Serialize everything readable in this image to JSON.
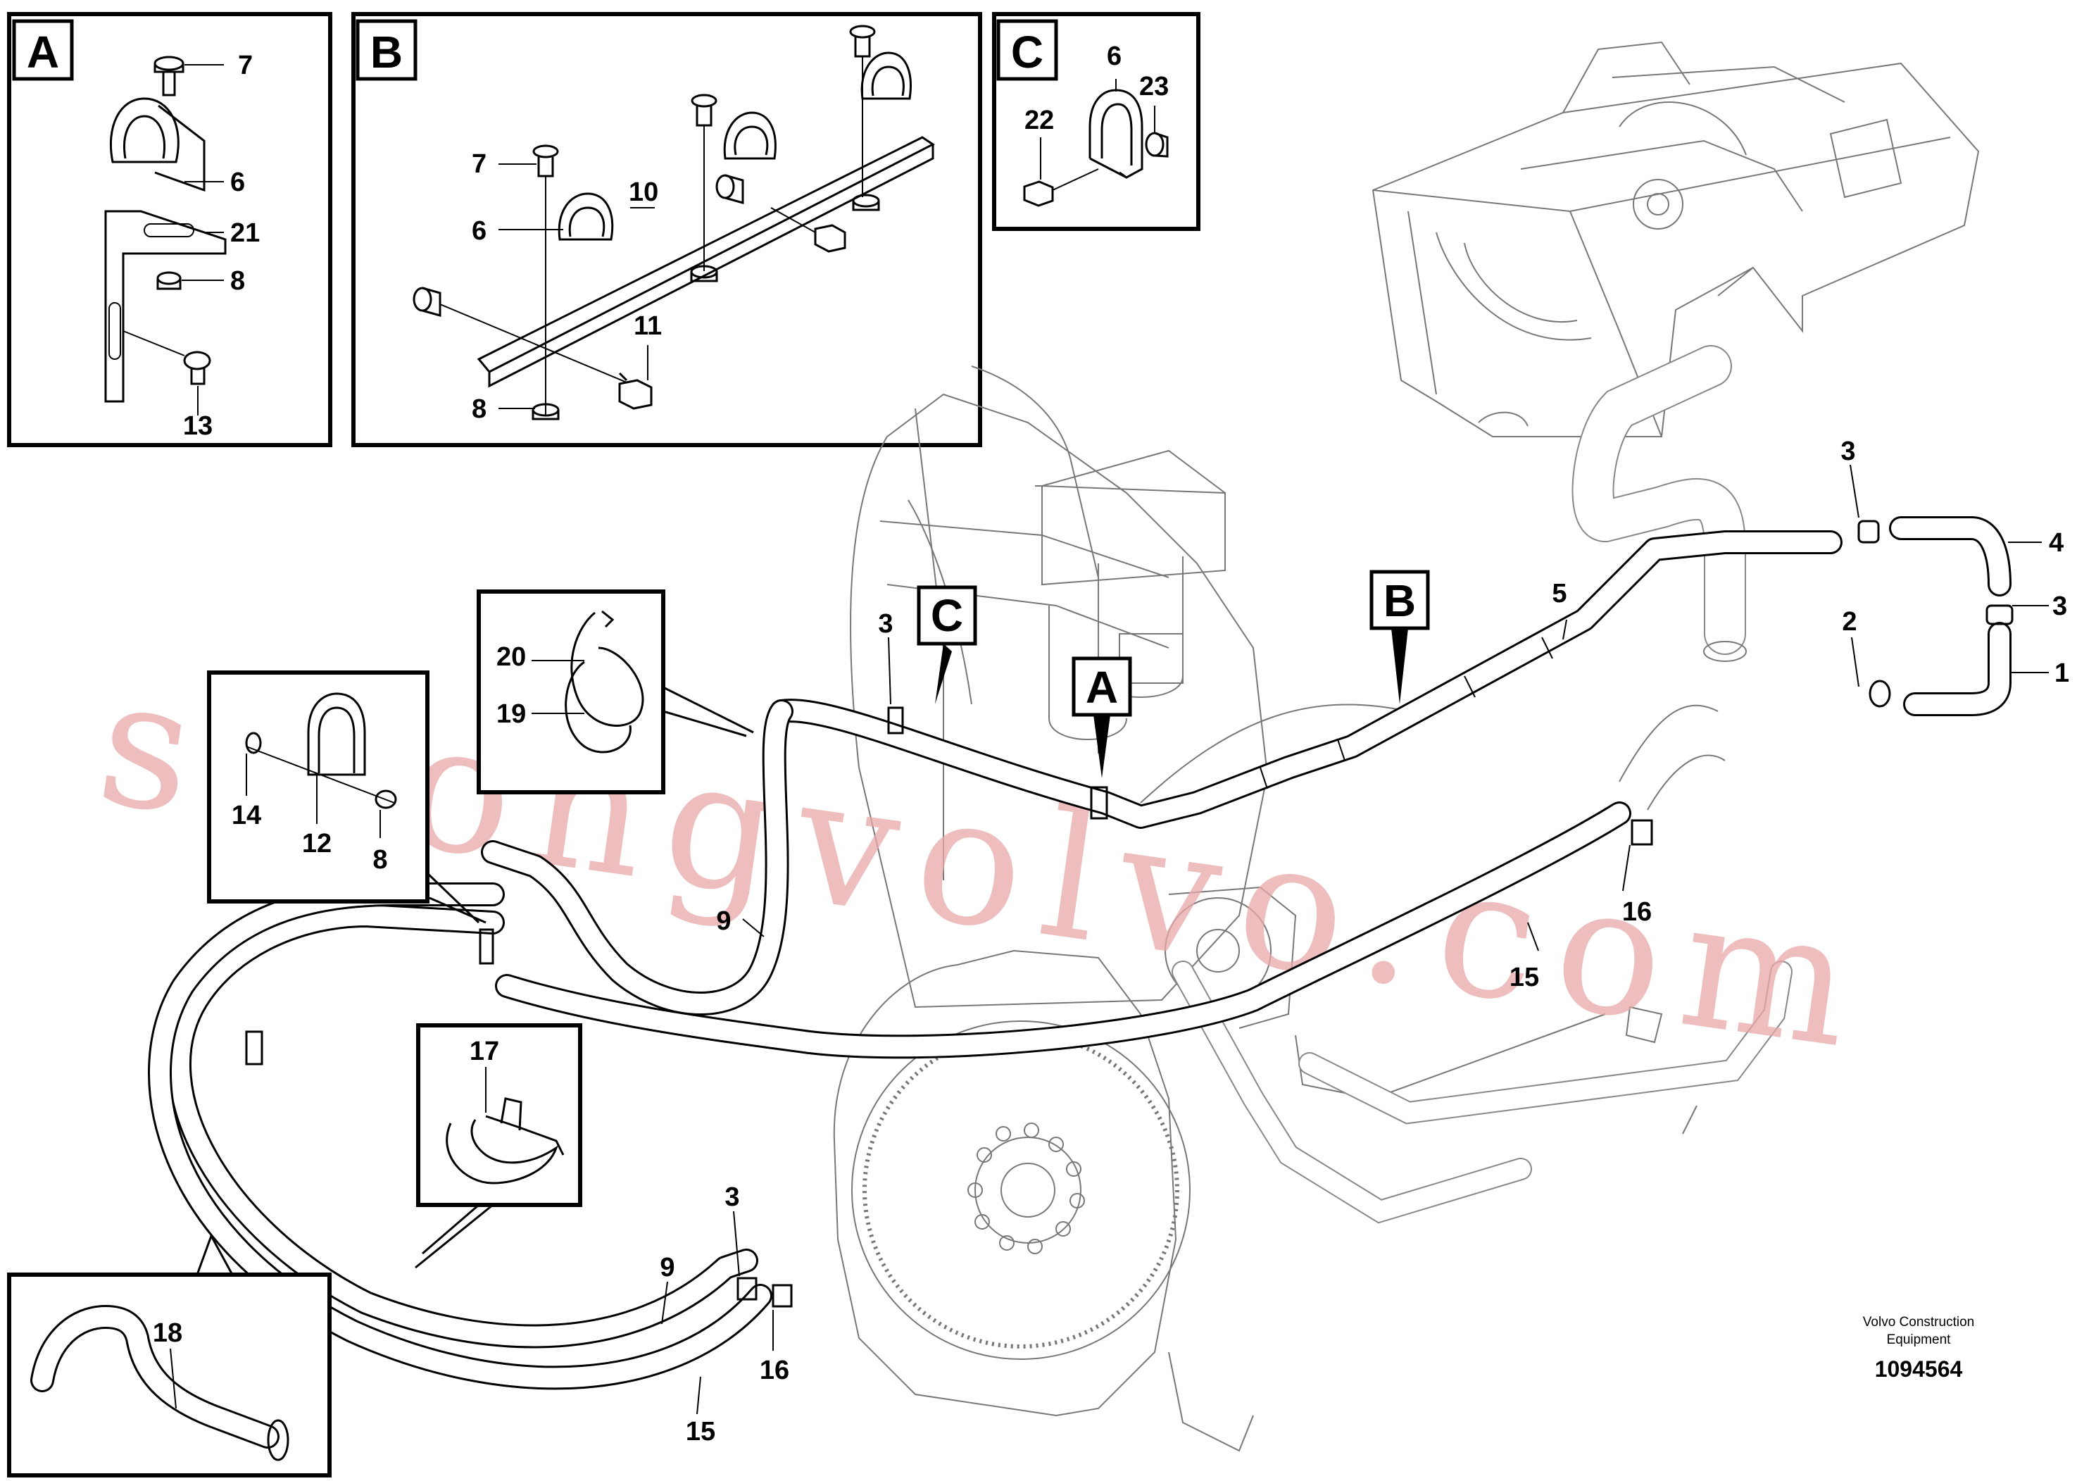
{
  "detail_boxes": [
    {
      "letter": "A",
      "parts": [
        "7",
        "6",
        "21",
        "8",
        "13"
      ]
    },
    {
      "letter": "B",
      "parts": [
        "7",
        "6",
        "10",
        "11",
        "8"
      ]
    },
    {
      "letter": "C",
      "parts": [
        "6",
        "23",
        "22"
      ]
    }
  ],
  "callout_tags": [
    "C",
    "A",
    "B"
  ],
  "part_labels": {
    "p3a": "3",
    "p4": "4",
    "p3b": "3",
    "p2": "2",
    "p1": "1",
    "p5": "5",
    "p3c": "3",
    "p20": "20",
    "p19": "19",
    "p14": "14",
    "p12": "12",
    "p8": "8",
    "p9a": "9",
    "p16a": "16",
    "p15a": "15",
    "p17": "17",
    "p18": "18",
    "p3d": "3",
    "p9b": "9",
    "p16b": "16",
    "p15b": "15"
  },
  "watermark": "strongvolvo.com",
  "credit": {
    "line1": "Volvo Construction",
    "line2": "Equipment"
  },
  "doc_number": "1094564"
}
